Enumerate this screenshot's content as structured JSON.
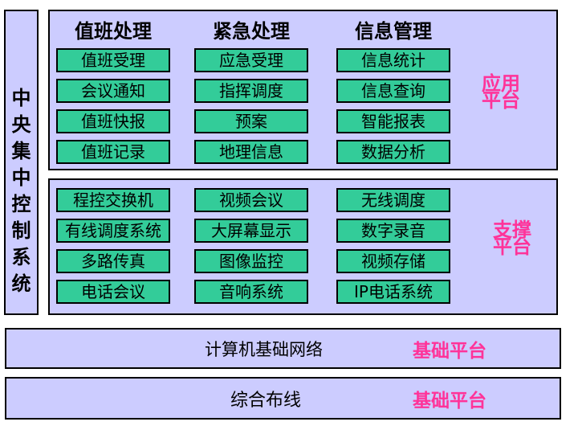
{
  "colors": {
    "page_bg": "#ffffff",
    "panel_bg": "#ccccff",
    "block_bg": "#33cc99",
    "border": "#000000",
    "accent_pink": "#ff3399",
    "text": "#000000"
  },
  "sidebar": {
    "title": "中央集中控制系统"
  },
  "application_platform": {
    "label": "应用平台",
    "columns": [
      {
        "header": "值班处理",
        "items": [
          "值班受理",
          "会议通知",
          "值班快报",
          "值班记录"
        ]
      },
      {
        "header": "紧急处理",
        "items": [
          "应急受理",
          "指挥调度",
          "预案",
          "地理信息"
        ]
      },
      {
        "header": "信息管理",
        "items": [
          "信息统计",
          "信息查询",
          "智能报表",
          "数据分析"
        ]
      }
    ]
  },
  "support_platform": {
    "label": "支撑平台",
    "columns": [
      {
        "items": [
          "程控交换机",
          "有线调度系统",
          "多路传真",
          "电话会议"
        ]
      },
      {
        "items": [
          "视频会议",
          "大屏幕显示",
          "图像监控",
          "音响系统"
        ]
      },
      {
        "items": [
          "无线调度",
          "数字录音",
          "视频存储",
          "IP电话系统"
        ]
      }
    ]
  },
  "base_platforms": [
    {
      "title": "计算机基础网络",
      "label": "基础平台"
    },
    {
      "title": "综合布线",
      "label": "基础平台"
    }
  ]
}
